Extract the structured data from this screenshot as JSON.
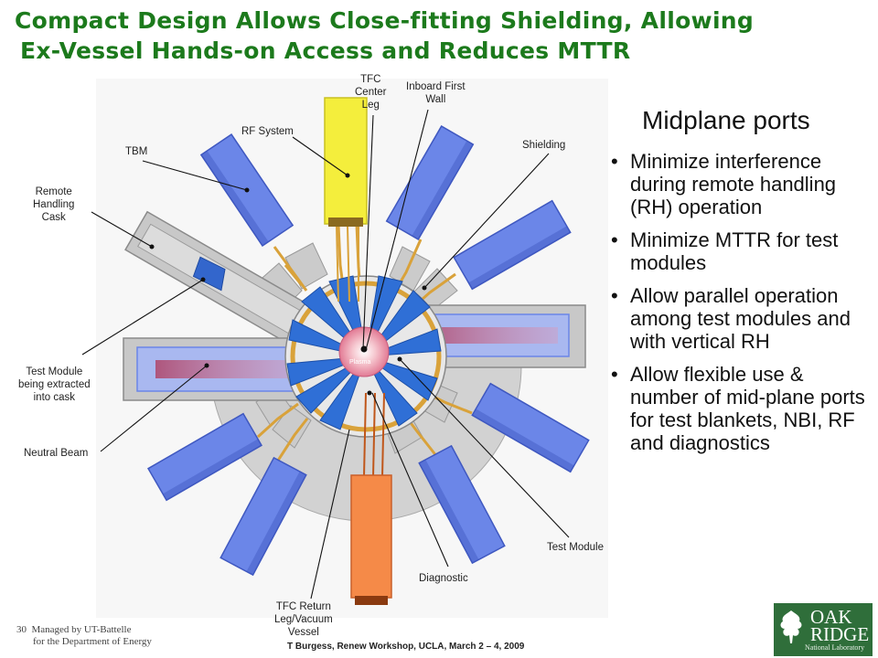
{
  "slide": {
    "title_line1": "Compact Design Allows Close-fitting Shielding, Allowing",
    "title_line2": "Ex-Vessel Hands-on Access and Reduces MTTR",
    "page_number": "30",
    "managed_line1": "Managed by UT-Battelle",
    "managed_line2": "for the Department of Energy",
    "footer": "T Burgess, Renew Workshop, UCLA, March 2 – 4, 2009"
  },
  "right_panel": {
    "heading": "Midplane ports",
    "bullet_char": "•",
    "bullets": [
      "Minimize interference during remote handling (RH) operation",
      "Minimize MTTR for test modules",
      "Allow parallel operation among test modules and with vertical RH",
      "Allow flexible use & number of mid-plane ports for test blankets, NBI, RF and diagnostics"
    ]
  },
  "diagram": {
    "labels": {
      "tfc_center_leg": [
        "TFC",
        "Center",
        "Leg"
      ],
      "inboard_first_wall": [
        "Inboard First",
        "Wall"
      ],
      "rf_system": "RF System",
      "shielding": "Shielding",
      "tbm": "TBM",
      "remote_handling_cask": [
        "Remote",
        "Handling",
        "Cask"
      ],
      "test_module_extracted": [
        "Test Module",
        "being extracted",
        "into cask"
      ],
      "neutral_beam": "Neutral Beam",
      "test_module": "Test Module",
      "diagnostic": "Diagnostic",
      "tfc_return_leg": [
        "TFC Return",
        "Leg/Vacuum",
        "Vessel"
      ],
      "plasma": "Plasma"
    },
    "colors": {
      "port_blue": "#6b86e8",
      "port_blue_dark": "#3f58c0",
      "shield_gray": "#c4c4c4",
      "center_leg_yellow": "#f4ee3c",
      "return_leg_orange": "#f58a48",
      "core_blue": "#2f6fd6",
      "coil_gold": "#d9a23a",
      "plasma_pink": "#f4b8c4",
      "title_green": "#1c7a1c"
    }
  },
  "logo": {
    "line1": "OAK",
    "line2": "RIDGE",
    "line3": "National Laboratory"
  }
}
